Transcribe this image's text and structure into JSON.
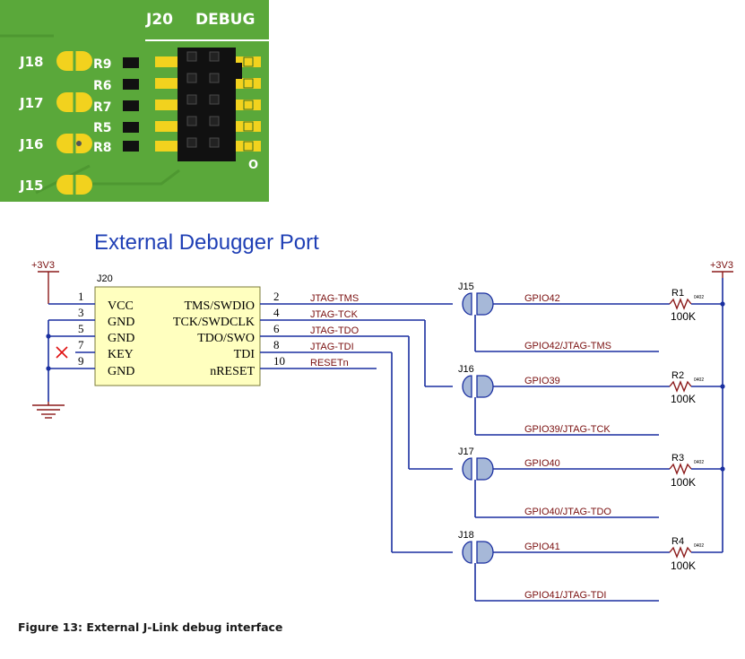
{
  "pcb": {
    "connector_label": "J20",
    "debug_label": "DEBUG",
    "jumper_labels": [
      "J18",
      "J17",
      "J16",
      "J15"
    ],
    "resistor_labels": [
      "R9",
      "R6",
      "R7",
      "R5",
      "R8"
    ],
    "pin1_marker": "O",
    "colors": {
      "board": "#5aa83a",
      "pad": "#f2d21e",
      "header": "#111111"
    }
  },
  "schematic": {
    "title": "External Debugger Port",
    "power_labels": [
      "+3V3",
      "+3V3"
    ],
    "connector": {
      "ref": "J20",
      "left_pins": [
        {
          "num": "1",
          "name": "VCC"
        },
        {
          "num": "3",
          "name": "GND"
        },
        {
          "num": "5",
          "name": "GND"
        },
        {
          "num": "7",
          "name": "KEY"
        },
        {
          "num": "9",
          "name": "GND"
        }
      ],
      "right_pins": [
        {
          "num": "2",
          "name": "TMS/SWDIO"
        },
        {
          "num": "4",
          "name": "TCK/SWDCLK"
        },
        {
          "num": "6",
          "name": "TDO/SWO"
        },
        {
          "num": "8",
          "name": "TDI"
        },
        {
          "num": "10",
          "name": "nRESET"
        }
      ]
    },
    "nets": [
      "JTAG-TMS",
      "JTAG-TCK",
      "JTAG-TDO",
      "JTAG-TDI",
      "RESETn"
    ],
    "jumpers": [
      {
        "ref": "J15",
        "gpio": "GPIO42",
        "out": "GPIO42/JTAG-TMS",
        "res": "R1",
        "value": "100K",
        "pkg": "0402"
      },
      {
        "ref": "J16",
        "gpio": "GPIO39",
        "out": "GPIO39/JTAG-TCK",
        "res": "R2",
        "value": "100K",
        "pkg": "0402"
      },
      {
        "ref": "J17",
        "gpio": "GPIO40",
        "out": "GPIO40/JTAG-TDO",
        "res": "R3",
        "value": "100K",
        "pkg": "0402"
      },
      {
        "ref": "J18",
        "gpio": "GPIO41",
        "out": "GPIO41/JTAG-TDI",
        "res": "R4",
        "value": "100K",
        "pkg": "0402"
      }
    ]
  },
  "caption": "Figure 13: External J-Link debug interface"
}
